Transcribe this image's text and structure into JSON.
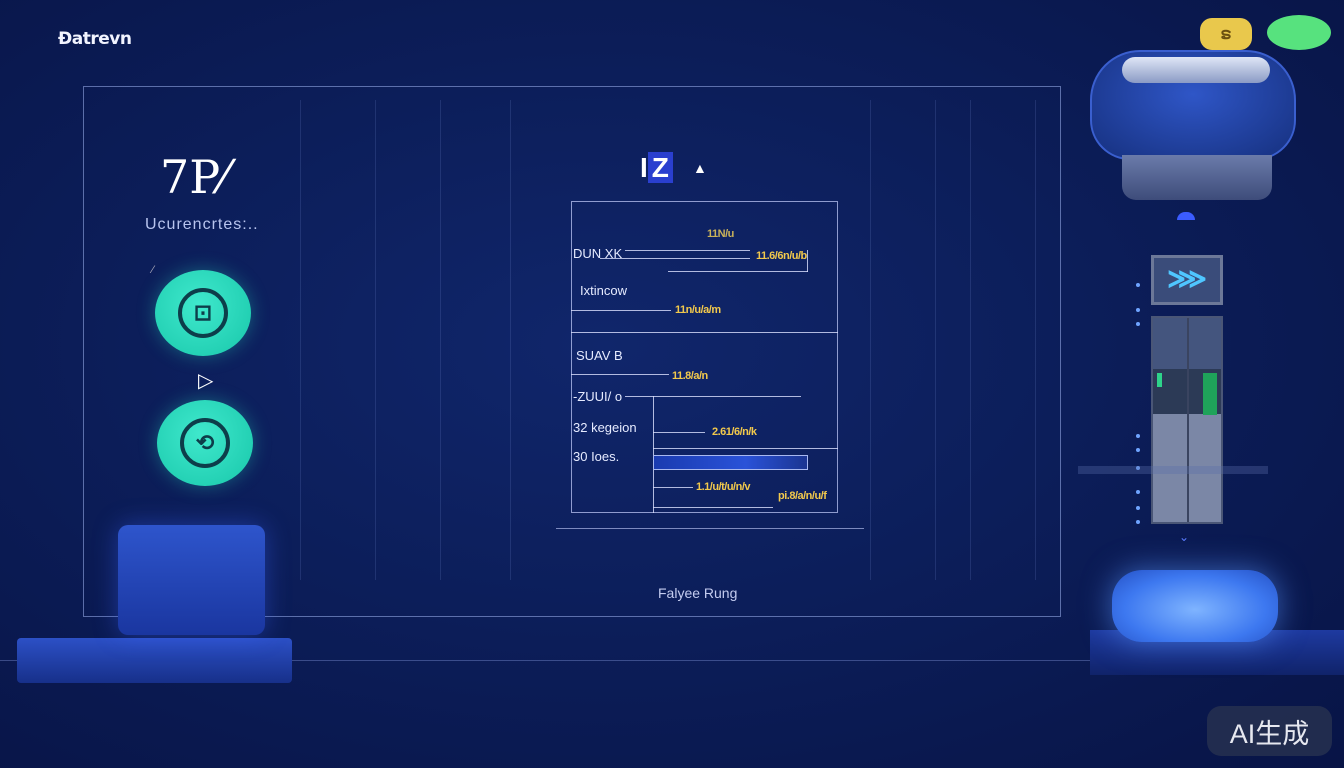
{
  "app": {
    "brand": "Ðatrevn",
    "watermark": "AI生成"
  },
  "left": {
    "big_value": "7P⁄",
    "subtitle": "Ucurencrtes:..",
    "play_icon": "▷",
    "buttons": [
      {
        "icon": "device-icon",
        "glyph": "⊡"
      },
      {
        "icon": "swirl-icon",
        "glyph": "⟲"
      }
    ]
  },
  "header": {
    "title_a": "I",
    "title_b": "Z",
    "title_icon": "▲"
  },
  "panel": {
    "top_tag": "11N/u",
    "rows": [
      {
        "label": "DUN XK",
        "value": "11.6/6n/u/b"
      },
      {
        "label": "Ixtincow",
        "value": "11n/u/a/m"
      },
      {
        "label": "SUAV B",
        "value": "11.8/a/n"
      },
      {
        "label": "-ZUUI/ o",
        "value": ""
      },
      {
        "label": "32 kegeion",
        "value": "2.61/6/n/k"
      },
      {
        "label": "30 Ioes.",
        "value": ""
      }
    ],
    "bottom_values": [
      "1.1/u/t/u/n/v",
      "pi.8/a/n/u/f"
    ]
  },
  "footer": {
    "label": "Falyee Rung"
  },
  "status": {
    "yellow_badge": "ຣ",
    "colors": {
      "yellow": "#e9c84c",
      "green": "#57e27e",
      "teal": "#22d3b4",
      "accent": "#2a52d8"
    }
  },
  "sidebar_right": {
    "thumb_glyph": "⋙",
    "expand_icon": "chevron-down-icon"
  }
}
